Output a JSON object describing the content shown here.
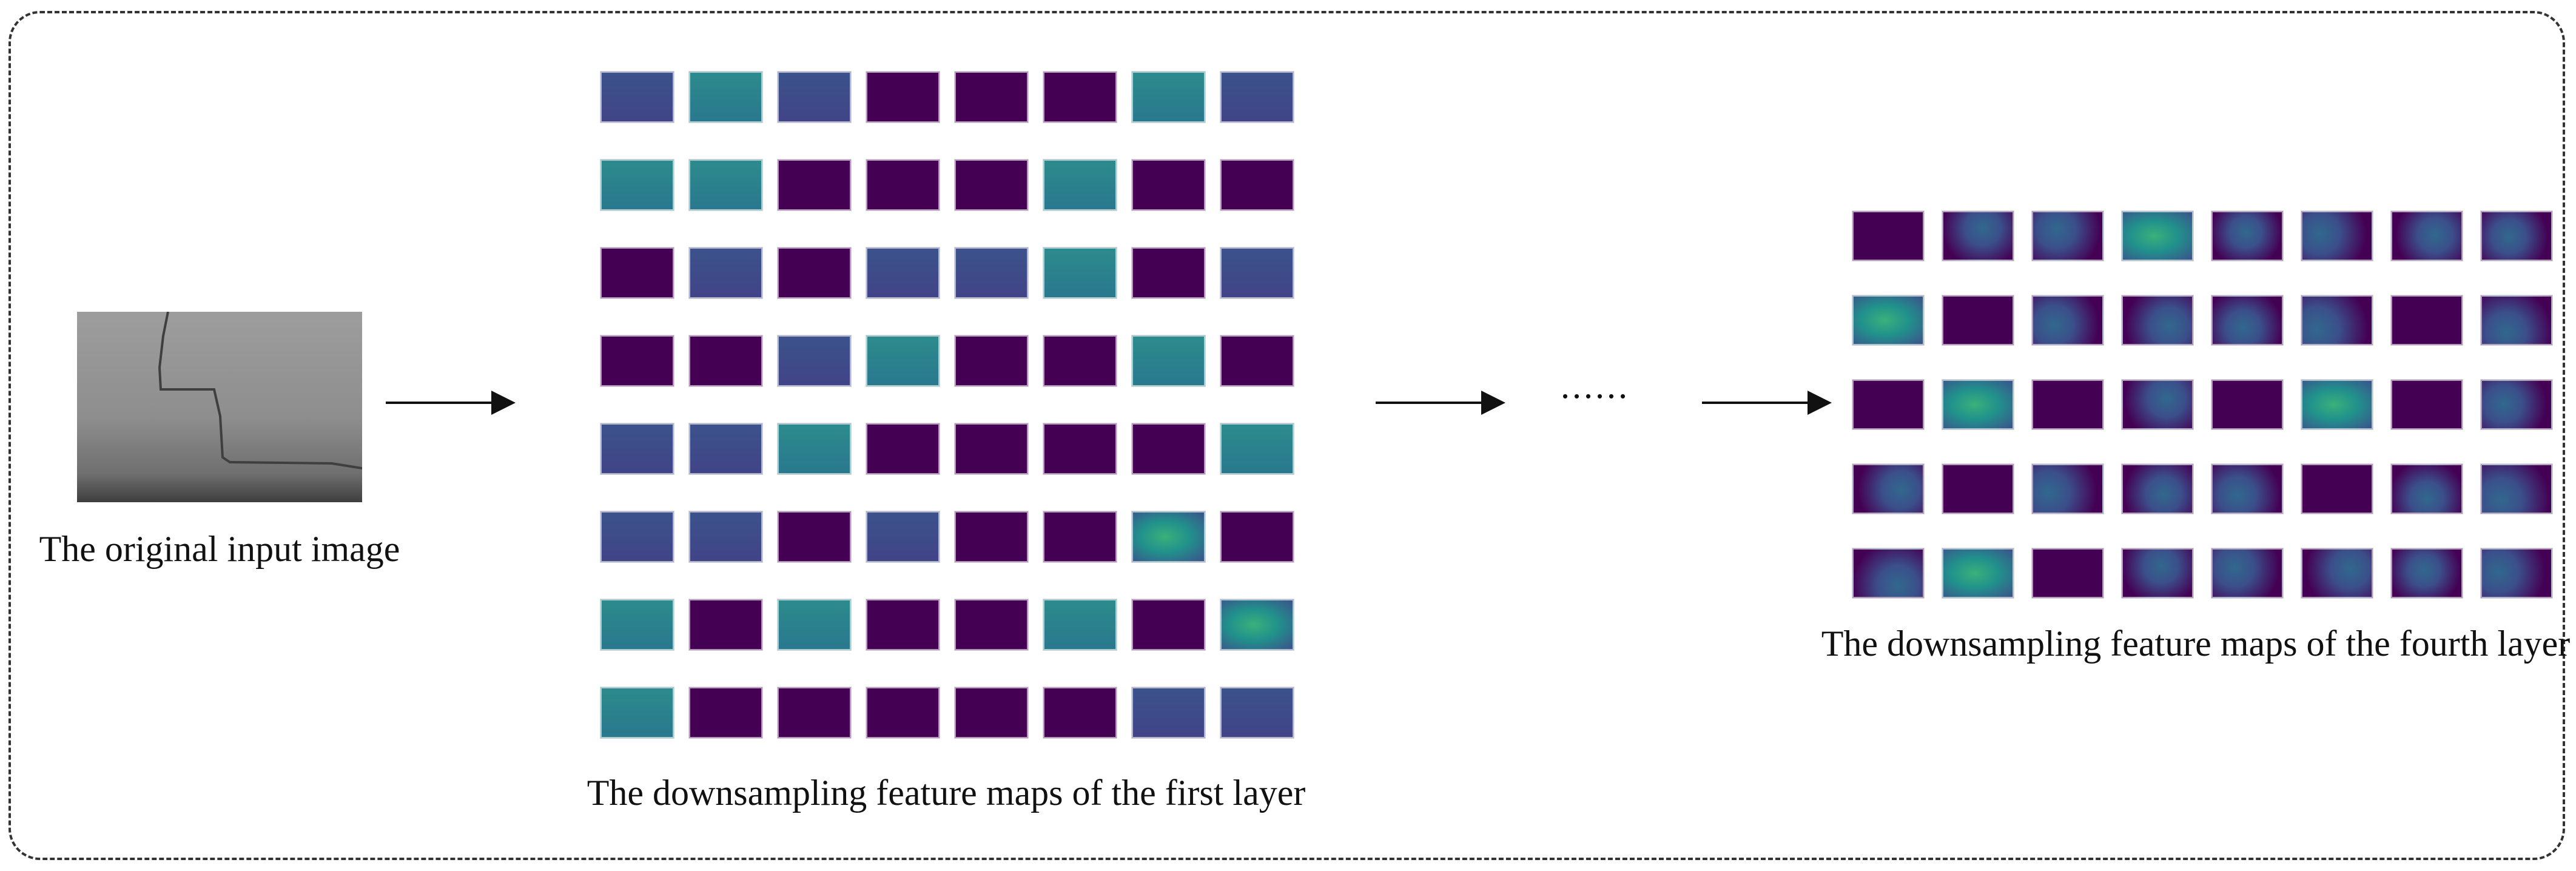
{
  "captions": {
    "input": "The original input image",
    "first_layer": "The downsampling feature maps of the first layer",
    "fourth_layer": "The downsampling feature maps of the fourth layer"
  },
  "ellipsis": "......",
  "colors": {
    "dark": "#440154",
    "mid": "#3b528b",
    "teal": "#2c8b8c",
    "green": "#3ab07a"
  },
  "first_layer_tiles": [
    "mid",
    "teal",
    "mid",
    "dark",
    "dark",
    "dark",
    "teal",
    "mid",
    "teal",
    "teal",
    "dark",
    "dark",
    "dark",
    "teal",
    "dark",
    "dark",
    "dark",
    "mid",
    "dark",
    "mid",
    "mid",
    "teal",
    "dark",
    "mid",
    "dark",
    "dark",
    "mid",
    "teal",
    "dark",
    "dark",
    "teal",
    "dark",
    "mid",
    "mid",
    "teal",
    "dark",
    "dark",
    "dark",
    "dark",
    "teal",
    "mid",
    "mid",
    "dark",
    "mid",
    "dark",
    "dark",
    "green",
    "dark",
    "teal",
    "dark",
    "teal",
    "dark",
    "dark",
    "teal",
    "dark",
    "green",
    "teal",
    "dark",
    "dark",
    "dark",
    "dark",
    "dark",
    "mid",
    "mid"
  ],
  "fourth_layer_tiles": [
    "dark",
    "noisy",
    "noisy",
    "green",
    "noisy",
    "noisy",
    "noisy",
    "noisy",
    "green",
    "dark",
    "noisy",
    "noisy",
    "noisy",
    "noisy",
    "dark",
    "noisy",
    "dark",
    "green",
    "dark",
    "noisy",
    "dark",
    "green",
    "dark",
    "noisy",
    "noisy",
    "dark",
    "noisy",
    "noisy",
    "noisy",
    "dark",
    "noisy",
    "noisy",
    "noisy",
    "green",
    "dark",
    "noisy",
    "noisy",
    "noisy",
    "noisy",
    "noisy"
  ]
}
